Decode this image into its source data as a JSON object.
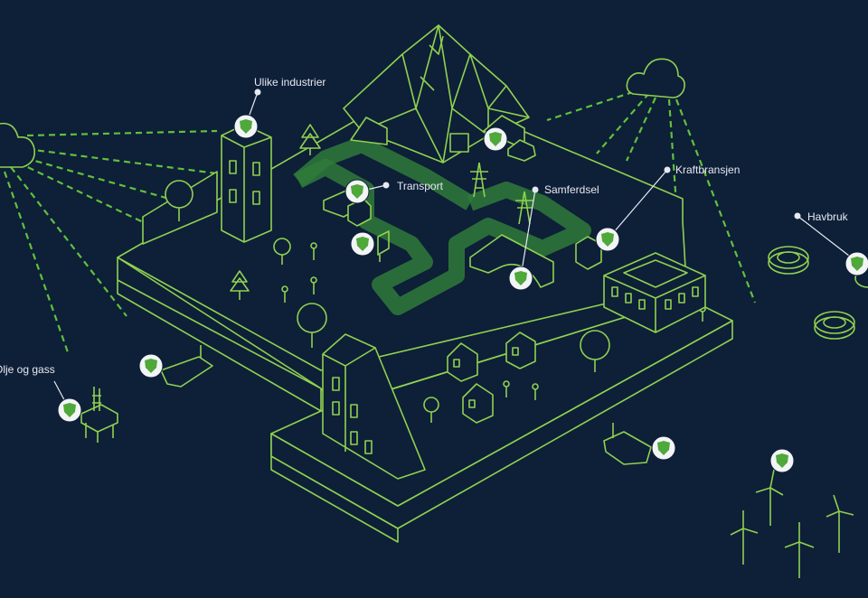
{
  "labels": {
    "ulike_industrier": "Ulike industrier",
    "transport": "Transport",
    "samferdsel": "Samferdsel",
    "kraftbransjen": "Kraftbransjen",
    "havbruk": "Havbruk",
    "olje_og_gass": "Olje og gass"
  },
  "colors": {
    "background": "#0e1f38",
    "line": "#8fd14f",
    "road": "#2f7a3a",
    "label": "#e6eaf0",
    "badge_icon": "#4fa83a"
  },
  "icons": {
    "badge": "green-shield-icon",
    "cloud": "cloud-icon"
  }
}
